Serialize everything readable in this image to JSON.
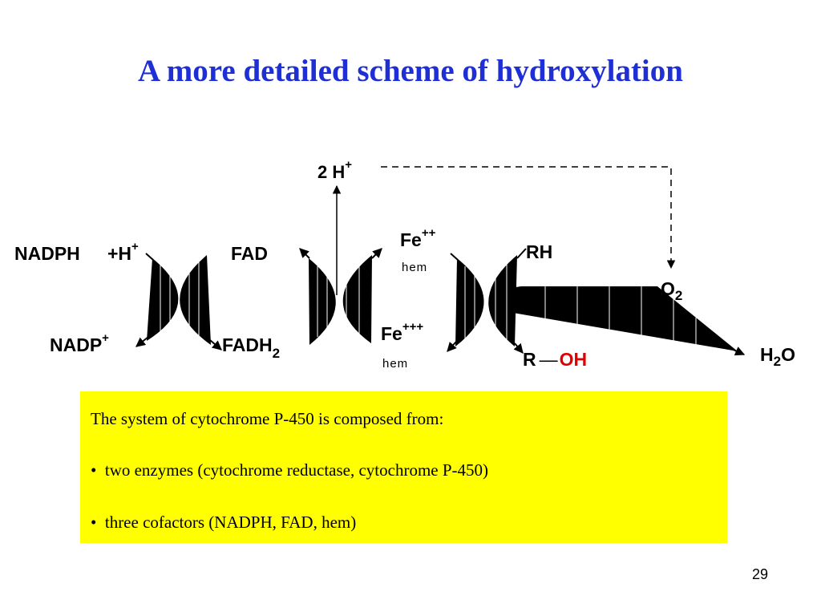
{
  "slide": {
    "title": "A more detailed scheme of hydroxylation",
    "page_number": "29"
  },
  "diagram": {
    "proton_top": {
      "base": "2 H",
      "sup": "+"
    },
    "nadph": "NADPH",
    "plus_h": {
      "base": "+H",
      "sup": "+"
    },
    "nadp": {
      "base": "NADP",
      "sup": "+"
    },
    "fad": "FAD",
    "fadh2": {
      "base": "FADH",
      "sub": "2"
    },
    "fe2": {
      "base": "Fe",
      "sup": "++",
      "under": "hem"
    },
    "fe3": {
      "base": "Fe",
      "sup": "+++",
      "under": "hem"
    },
    "rh": "RH",
    "o2": {
      "base": "O",
      "sub": "2"
    },
    "roh": {
      "r": "R",
      "bond": "—",
      "oh": "OH"
    },
    "h2o": {
      "base": "H",
      "sub": "2",
      "tail": "O"
    }
  },
  "info_box": {
    "heading": "The system of cytochrome P-450 is composed from:",
    "bullets": [
      "two enzymes (cytochrome reductase, cytochrome P-450)",
      "three cofactors (NADPH, FAD, hem)"
    ],
    "background": "#ffff00"
  },
  "colors": {
    "title": "#1f2fd6",
    "oh": "#e00000"
  }
}
